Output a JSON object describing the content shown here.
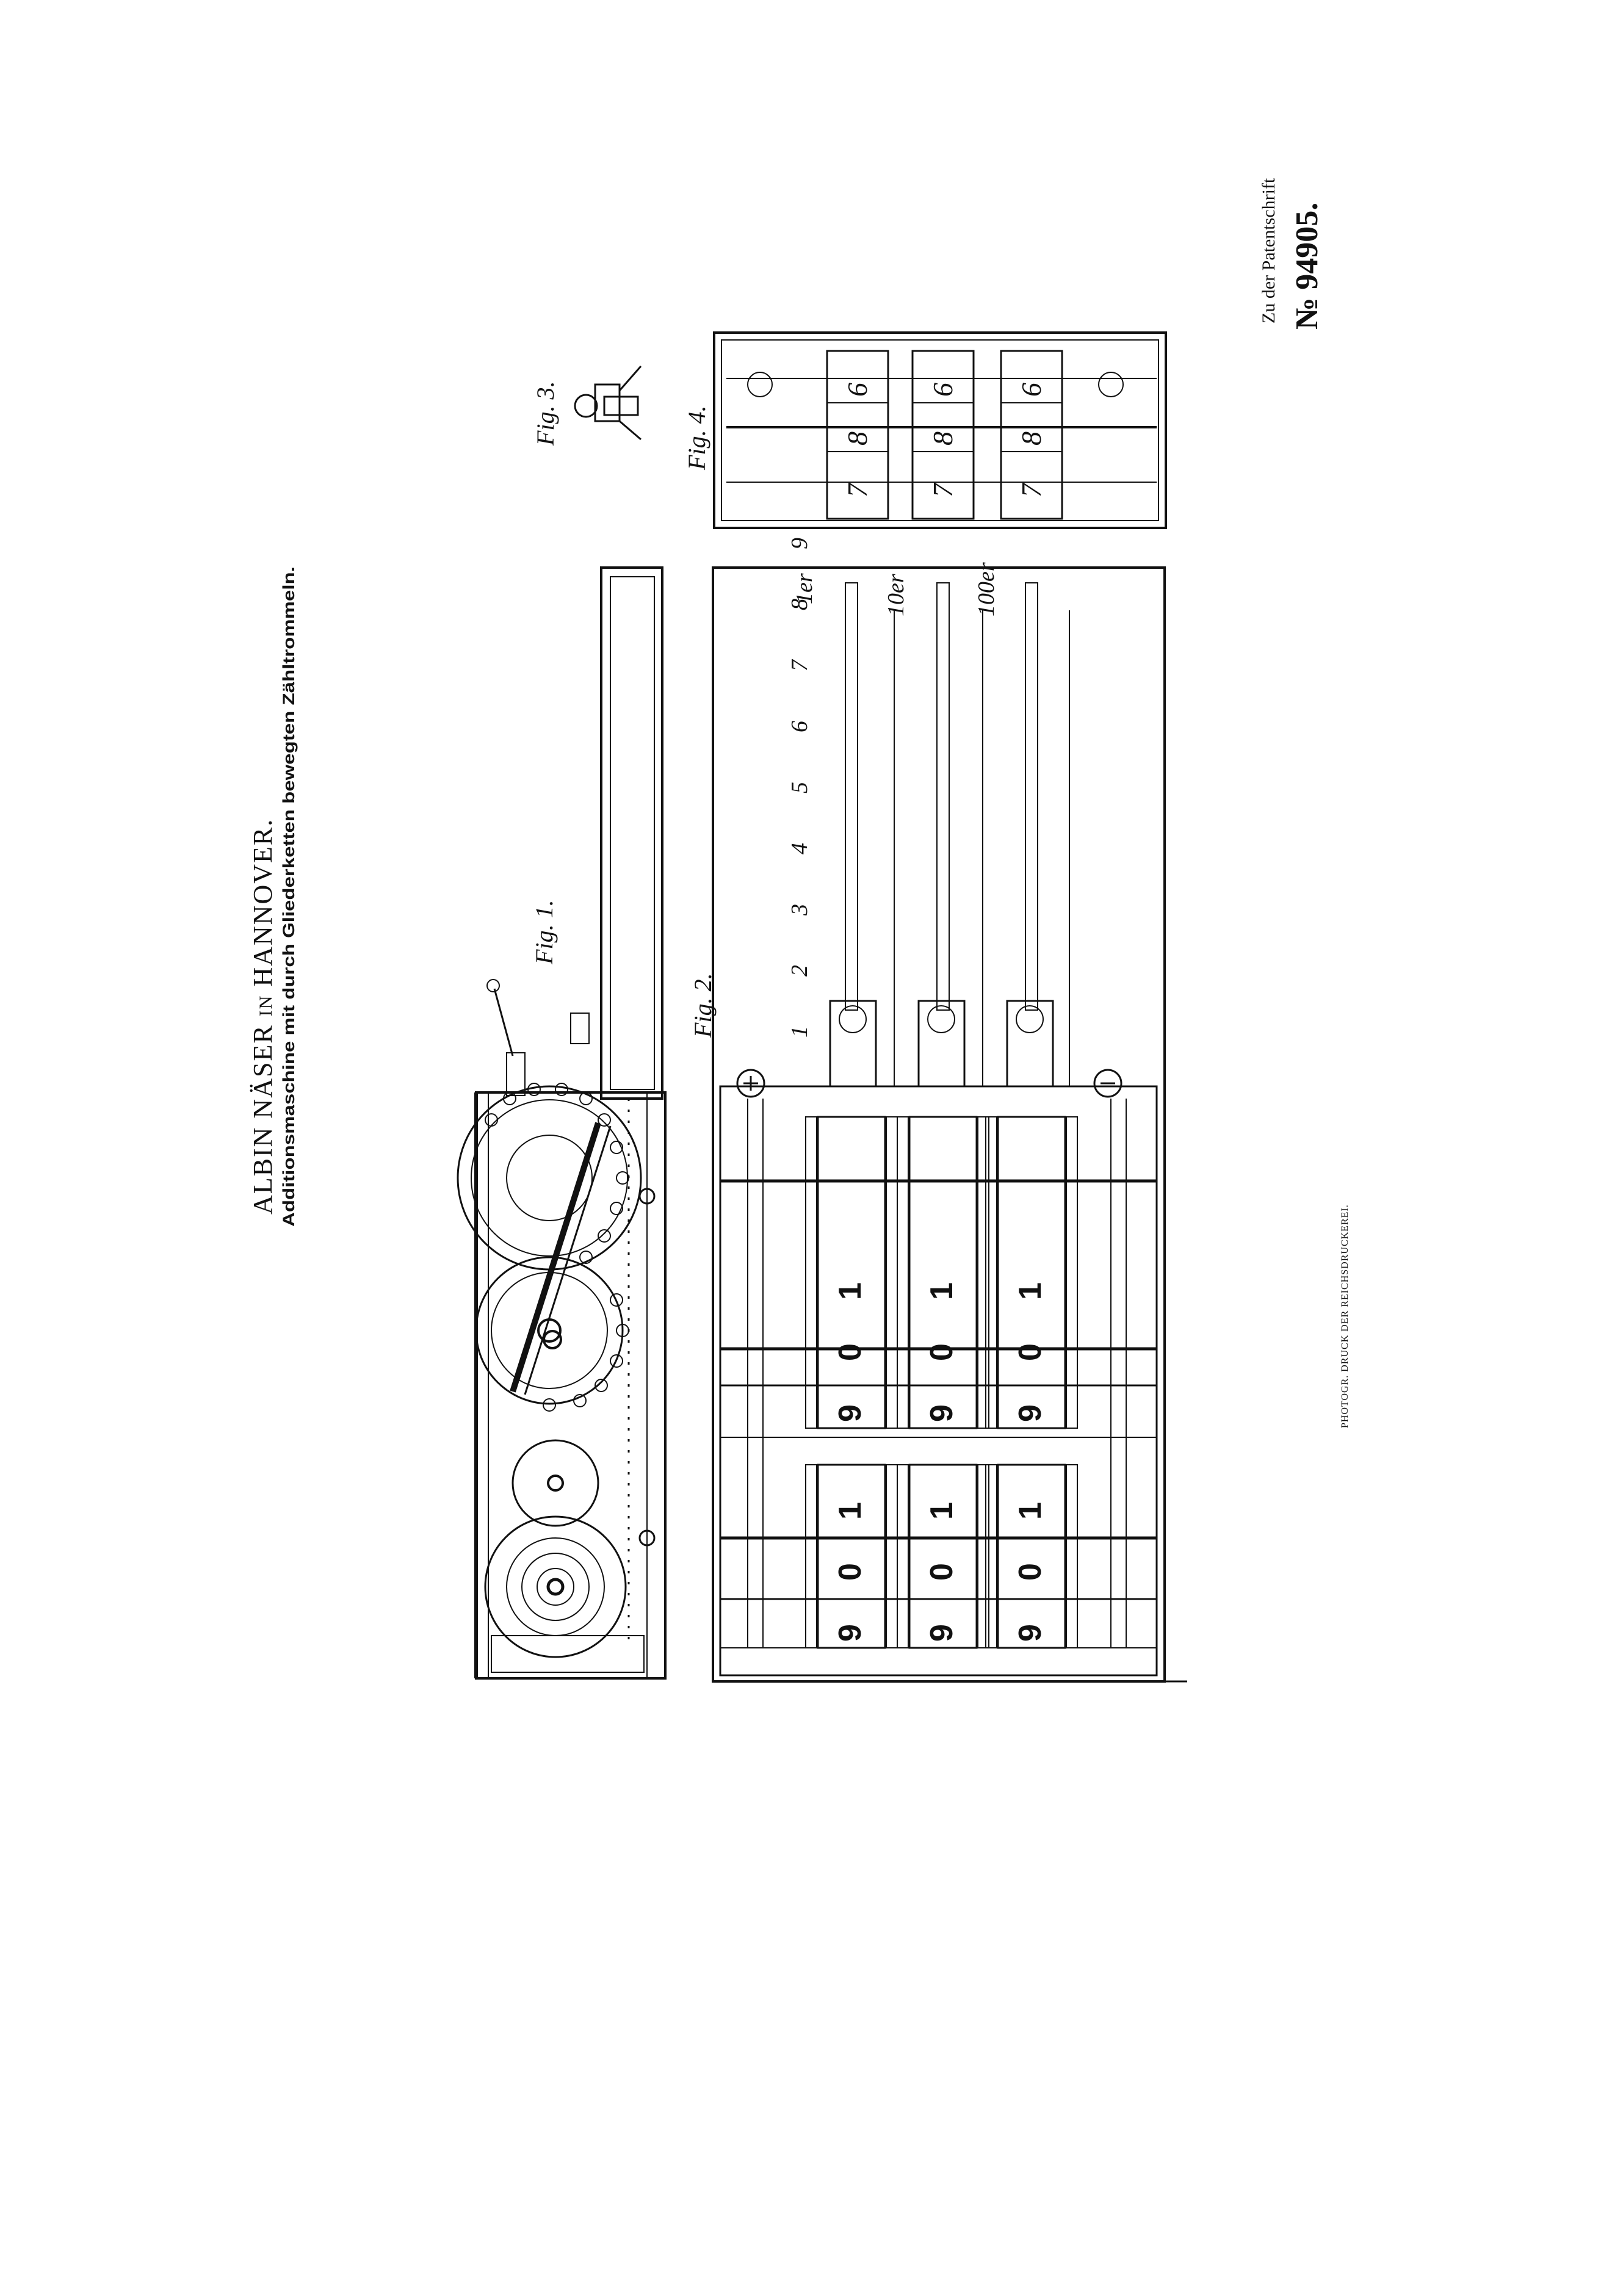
{
  "header": {
    "inventor": "ALBIN NÄSER",
    "in": "IN",
    "city": "HANNOVER.",
    "subtitle": "Additionsmaschine mit durch Gliederketten bewegten Zähltrommeln."
  },
  "patent": {
    "prefix": "Zu der Patentschrift",
    "number": "№ 94905."
  },
  "imprint": "PHOTOGR. DRUCK DER REICHSDRUCKEREI.",
  "figures": {
    "fig1": "Fig. 1.",
    "fig2": "Fig. 2.",
    "fig3": "Fig. 3.",
    "fig4": "Fig. 4."
  },
  "fig2_scale": [
    "1",
    "2",
    "3",
    "4",
    "5",
    "6",
    "7",
    "8",
    "9"
  ],
  "fig2_columns": [
    "1er",
    "10er",
    "100er"
  ],
  "drum_digits": [
    "9",
    "0",
    "1"
  ],
  "fig4_digits": [
    "6",
    "8",
    "7"
  ]
}
